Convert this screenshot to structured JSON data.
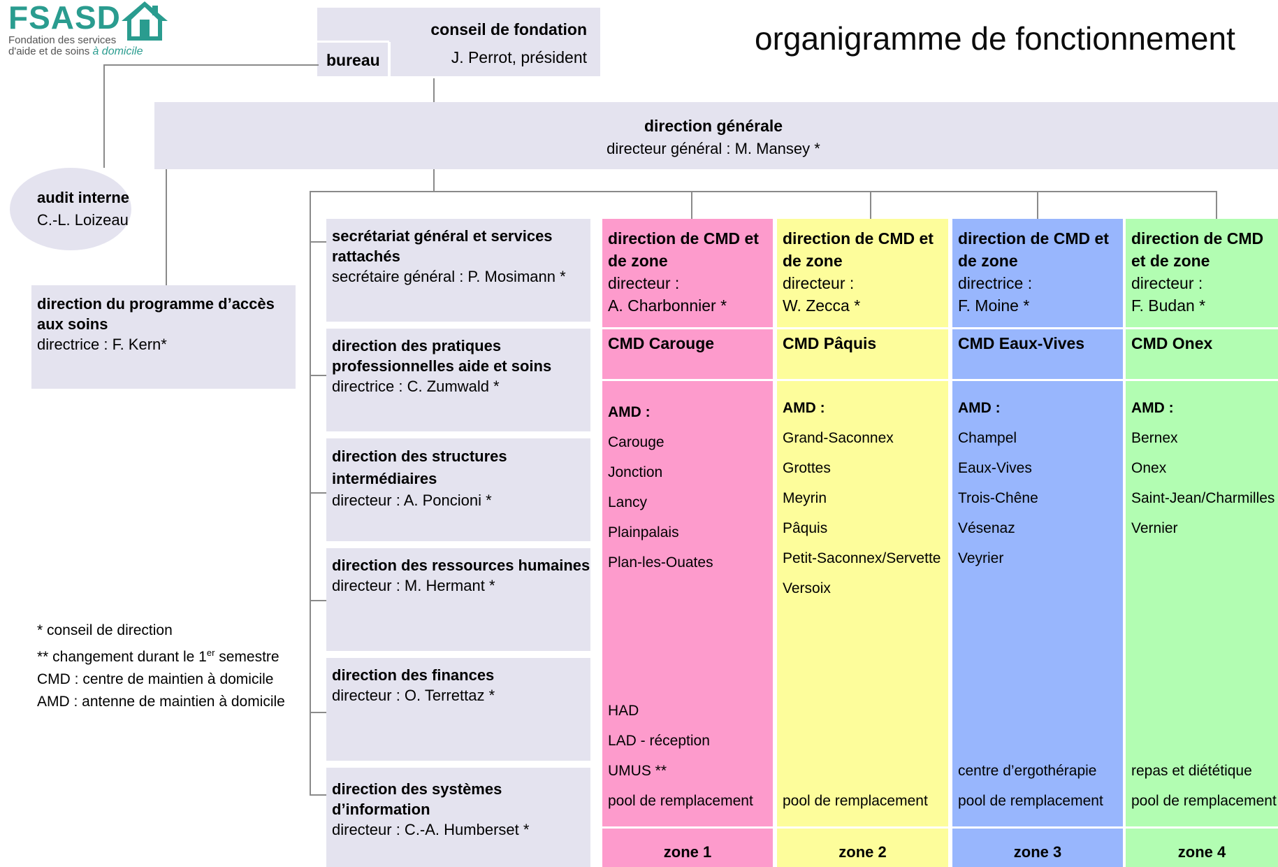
{
  "logo": {
    "brand": "FSASD",
    "line1": "Fondation des services",
    "line2": "d'aide et de soins",
    "line2_italic": "à domicile"
  },
  "title": "organigramme de fonctionnement",
  "conseil": {
    "title": "conseil de fondation",
    "person": "J. Perrot, président",
    "bureau": "bureau"
  },
  "direction_generale": {
    "title": "direction générale",
    "person": "directeur général : M. Mansey *"
  },
  "audit": {
    "title": "audit interne",
    "person": "C.-L. Loizeau"
  },
  "programme": {
    "title": "direction du programme d’accès aux soins",
    "person": "directrice : F. Kern*"
  },
  "legend": {
    "l1": "* conseil de direction",
    "l2_prefix": "** changement durant le 1",
    "l2_sup": "er",
    "l2_suffix": " semestre",
    "l3": "CMD : centre de maintien à domicile",
    "l4": "AMD : antenne de maintien à domicile"
  },
  "departments": [
    {
      "title": "secrétariat général et services rattachés",
      "person": "secrétaire général : P. Mosimann *"
    },
    {
      "title": "direction des pratiques professionnelles aide et soins",
      "person": "directrice : C. Zumwald *"
    },
    {
      "title": "direction des structures intermédiaires",
      "person": "directeur : A. Poncioni *"
    },
    {
      "title": "direction des ressources humaines",
      "person": "directeur : M. Hermant *"
    },
    {
      "title": "direction des finances",
      "person": "directeur : O. Terrettaz *"
    },
    {
      "title": "direction des systèmes d’information",
      "person": "directeur : C.-A. Humberset *"
    }
  ],
  "zones": [
    {
      "head_title": "direction de CMD et de zone",
      "role": "directeur :",
      "person": "A. Charbonnier *",
      "cmd": "CMD Carouge",
      "amd_label": "AMD :",
      "amd": [
        "Carouge",
        "Jonction",
        "Lancy",
        "Plainpalais",
        "Plan-les-Ouates"
      ],
      "extras": [
        "HAD",
        "LAD - réception",
        "UMUS **",
        "pool de remplacement"
      ],
      "zone": "zone 1",
      "color": "#fd9bcc"
    },
    {
      "head_title": "direction de CMD et de zone",
      "role": "directeur :",
      "person": "W. Zecca *",
      "cmd": "CMD Pâquis",
      "amd_label": "AMD :",
      "amd": [
        "Grand-Saconnex",
        "Grottes",
        "Meyrin",
        "Pâquis",
        "Petit-Saconnex/Servette",
        "Versoix"
      ],
      "extras": [
        "pool de remplacement"
      ],
      "zone": "zone 2",
      "color": "#fdfd9b"
    },
    {
      "head_title": "direction de CMD et de zone",
      "role": "directrice :",
      "person": "F. Moine *",
      "cmd": "CMD Eaux-Vives",
      "amd_label": "AMD :",
      "amd": [
        "Champel",
        "Eaux-Vives",
        "Trois-Chêne",
        "Vésenaz",
        "Veyrier"
      ],
      "extras": [
        "centre d’ergothérapie",
        "pool de remplacement"
      ],
      "zone": "zone 3",
      "color": "#98b6fd"
    },
    {
      "head_title": "direction de CMD et de zone",
      "role": "directeur :",
      "person": "F. Budan *",
      "cmd": "CMD Onex",
      "amd_label": "AMD :",
      "amd": [
        "Bernex",
        "Onex",
        "Saint-Jean/Charmilles",
        "Vernier"
      ],
      "extras": [
        "repas et diététique",
        "pool de remplacement"
      ],
      "zone": "zone 4",
      "color": "#b2fdb2"
    }
  ]
}
